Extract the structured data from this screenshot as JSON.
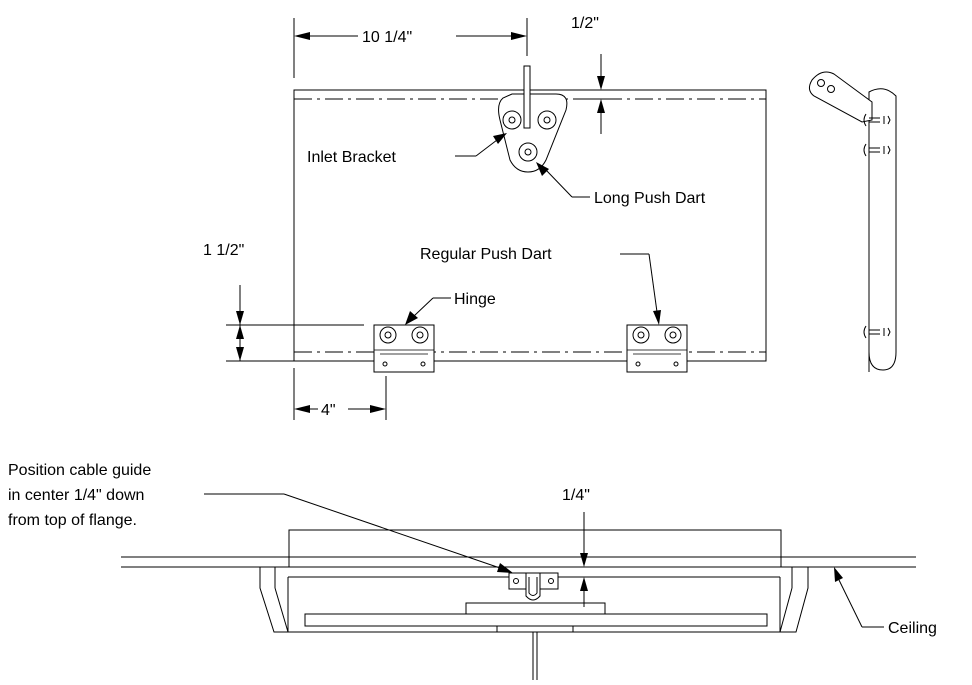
{
  "labels": {
    "dim_width": "10 1/4\"",
    "dim_top_offset": "1/2\"",
    "dim_hinge_height": "1 1/2\"",
    "dim_hinge_offset": "4\"",
    "dim_cable_offset": "1/4\"",
    "inlet_bracket": "Inlet Bracket",
    "long_push_dart": "Long Push Dart",
    "regular_push_dart": "Regular Push Dart",
    "hinge": "Hinge",
    "ceiling": "Ceiling",
    "cable_note_line1": "Position cable guide",
    "cable_note_line2": "in center 1/4\" down",
    "cable_note_line3": "from top of flange."
  }
}
